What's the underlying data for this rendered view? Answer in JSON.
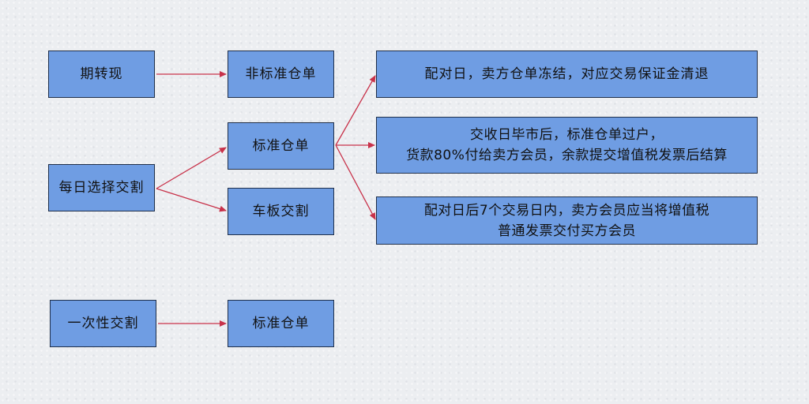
{
  "nodes": {
    "qizhuanxian": "期转现",
    "feibiaozhun_cangdan": "非标准仓单",
    "peiduiri_text": "配对日，卖方仓单冻结，对应交易保证金清退",
    "biaozhun_cangdan": "标准仓单",
    "jiaoshou_lines": [
      "交收日毕市后，标准仓单过户，",
      "货款80%付给卖方会员，余款提交增值税发票后结算"
    ],
    "meiri_xuanze_jiaoge": "每日选择交割",
    "cheban_jiaoge": "车板交割",
    "peiduiri7_lines": [
      "配对日后7个交易日内，卖方会员应当将增值税",
      "普通发票交付买方会员"
    ],
    "yicixing_jiaoge": "一次性交割",
    "biaozhun_cangdan_2": "标准仓单"
  },
  "colors": {
    "node_fill": "#6f9de3",
    "node_border": "#1f2f4a",
    "arrow": "#c8324a"
  }
}
